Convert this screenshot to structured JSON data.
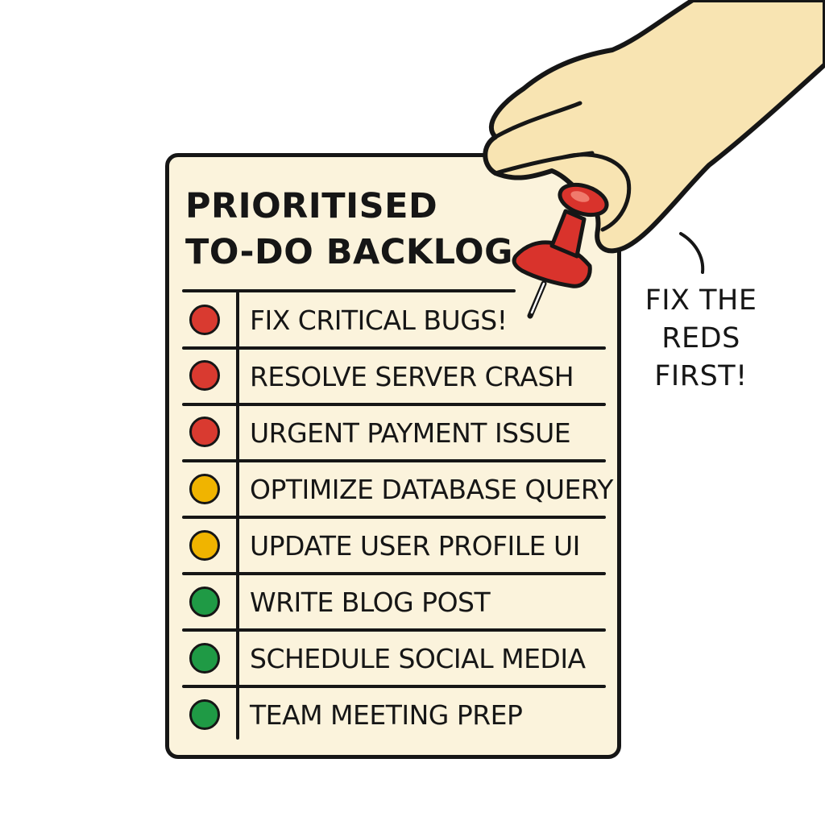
{
  "note": {
    "title_line1": "PRIORITISED",
    "title_line2": "TO-DO BACKLOG",
    "items": [
      {
        "label": "FIX CRITICAL BUGS!",
        "priority": "red"
      },
      {
        "label": "RESOLVE SERVER CRASH",
        "priority": "red"
      },
      {
        "label": "URGENT PAYMENT ISSUE",
        "priority": "red"
      },
      {
        "label": "OPTIMIZE DATABASE QUERY",
        "priority": "yellow"
      },
      {
        "label": "UPDATE USER PROFILE UI",
        "priority": "yellow"
      },
      {
        "label": "WRITE BLOG POST",
        "priority": "green"
      },
      {
        "label": "SCHEDULE SOCIAL MEDIA",
        "priority": "green"
      },
      {
        "label": "TEAM MEETING PREP",
        "priority": "green"
      }
    ]
  },
  "callout": {
    "line1": "FIX THE",
    "line2": "REDS",
    "line3": "FIRST!"
  },
  "colors": {
    "red": "#d93a30",
    "yellow": "#f0b400",
    "green": "#1f9a45",
    "paper": "#fbf3dc",
    "skin": "#f8e4b2",
    "pin": "#d9332c",
    "outline": "#161616"
  },
  "icons": {
    "pin": "pushpin-icon",
    "hand": "hand-illustration"
  }
}
